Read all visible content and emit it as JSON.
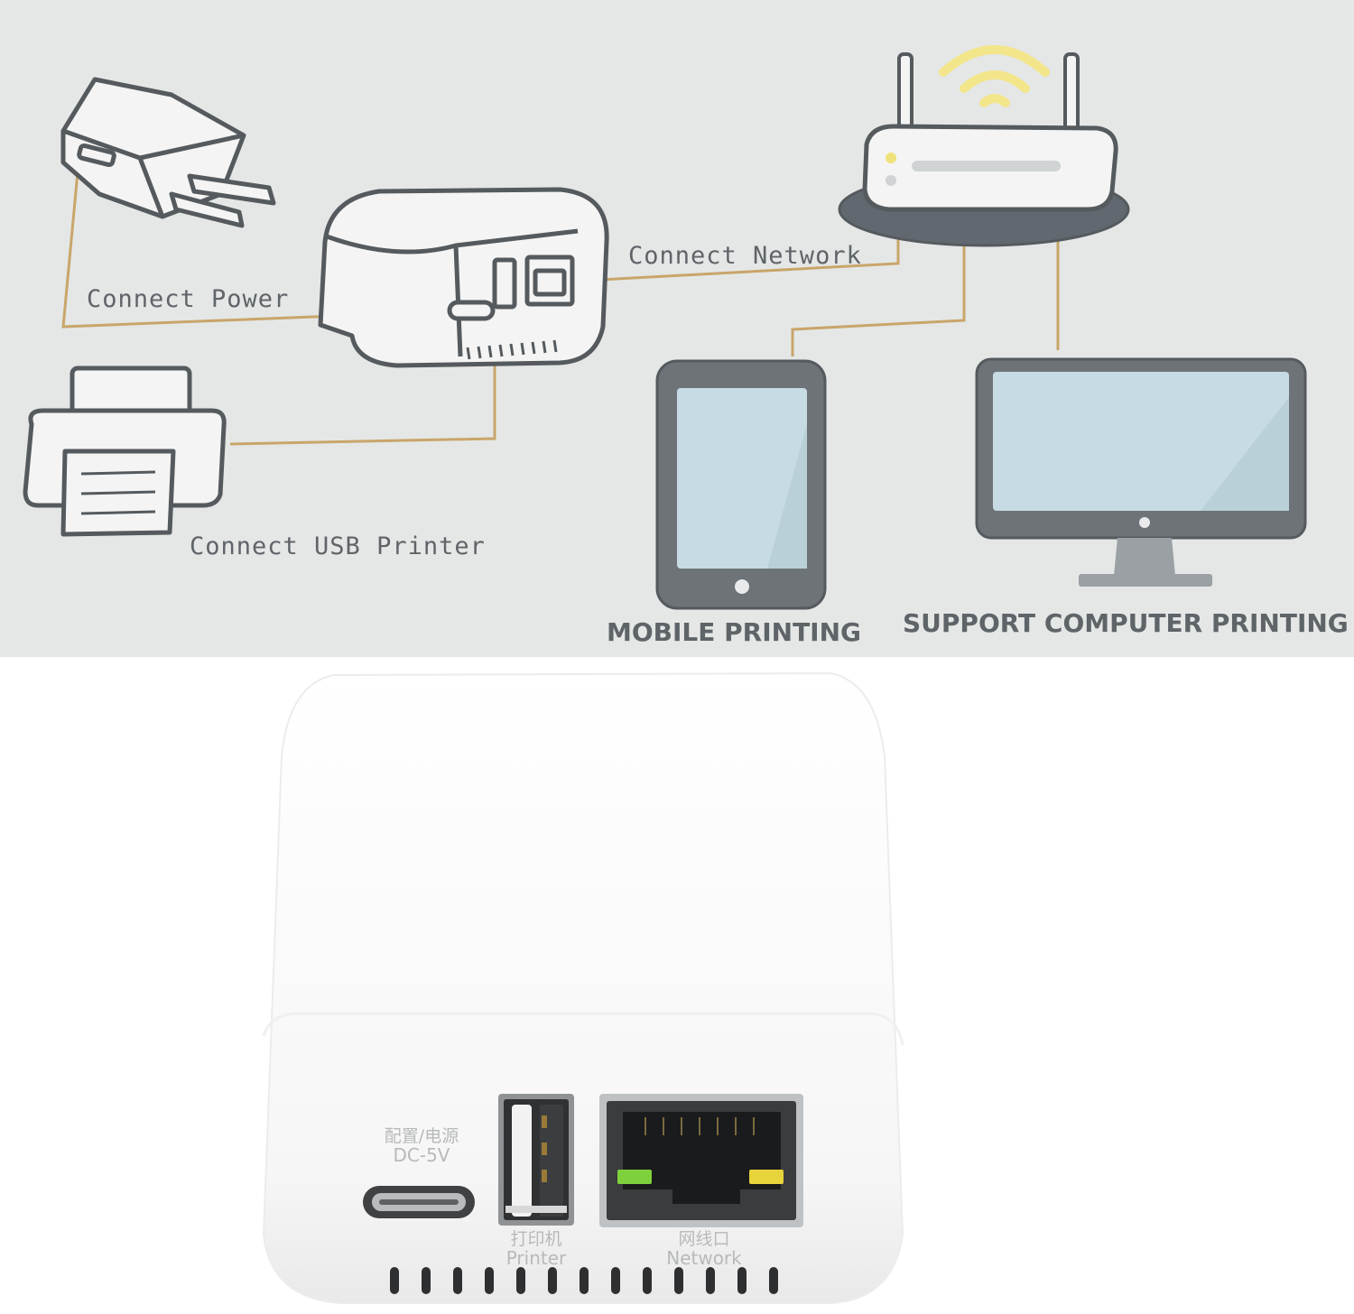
{
  "diagram": {
    "labels": {
      "power": "Connect Power",
      "network": "Connect Network",
      "usb_printer": "Connect USB Printer",
      "mobile": "MOBILE PRINTING",
      "computer": "SUPPORT COMPUTER PRINTING"
    },
    "icons": [
      "power-adapter-icon",
      "print-server-icon",
      "printer-icon",
      "router-icon",
      "wifi-icon",
      "tablet-icon",
      "monitor-icon"
    ],
    "colors": {
      "line": "#c9a56a",
      "outline": "#555a5e",
      "screen": "#c6dbe3",
      "wifi": "#f3e58a"
    }
  },
  "device": {
    "power_label_cn": "配置/电源",
    "power_label_en": "DC-5V",
    "usb_label_cn": "打印机",
    "usb_label_en": "Printer",
    "lan_label_cn": "网线口",
    "lan_label_en": "Network",
    "colors": {
      "body": "#fbfbfb",
      "led_green": "#7fd13b",
      "led_yellow": "#e7d43a"
    }
  }
}
